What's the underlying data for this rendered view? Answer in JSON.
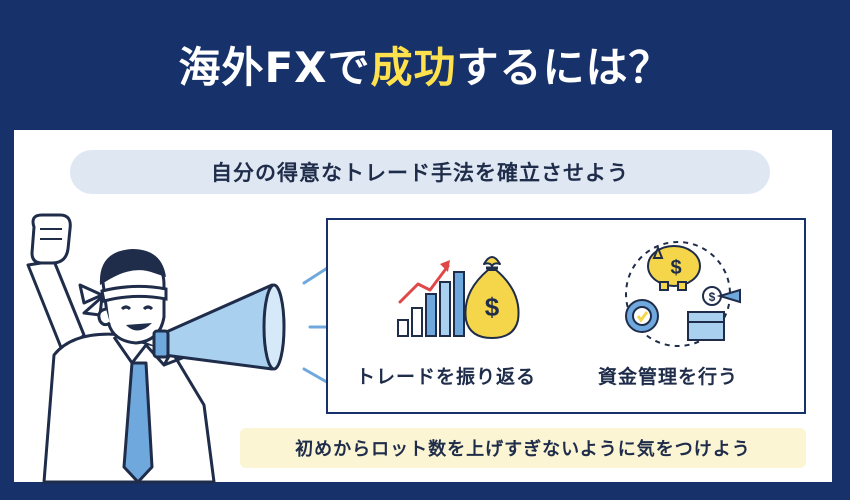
{
  "header": {
    "title_before": "海外FXで",
    "title_highlight": "成功",
    "title_after": "するには？"
  },
  "subtitle": "自分の得意なトレード手法を確立させよう",
  "tips": [
    {
      "label": "トレードを振り返る",
      "icon": "growth-chart-moneybag-icon"
    },
    {
      "label": "資金管理を行う",
      "icon": "piggy-bank-gear-icon"
    }
  ],
  "note": "初めからロット数を上げすぎないように気をつけよう",
  "colors": {
    "navy": "#17316a",
    "highlight": "#ffe14d",
    "pill_blue": "#dfe7f3",
    "pill_yellow": "#fbf5d4",
    "accent_blue": "#6fa8dc",
    "accent_red": "#e04848",
    "accent_yellow": "#f5d64a"
  }
}
